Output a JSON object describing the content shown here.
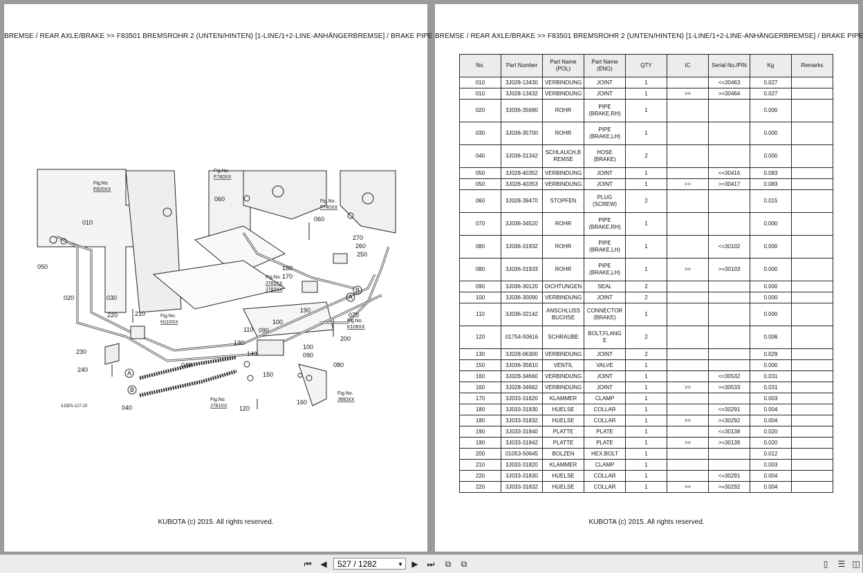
{
  "header_text": "BREMSE / REAR AXLE/BRAKE >> F83501   BREMSROHR 2 (UNTEN/HINTEN) [1-LINE/1+2-LINE-ANHÄNGERBREMSE] / BRAKE PIPE",
  "footer_text": "KUBOTA (c) 2015. All rights reserved.",
  "diagram": {
    "code": "3J2ES-127-20",
    "figs": [
      "Fig.No.\nF820XX",
      "Fig.No.\nF740XX",
      "Fig.No.\nF740XX",
      "Fig.No.\nJ781XX\nJ783XX",
      "Fig.No.\nN110XX",
      "Fig.No.\nK108XX",
      "Fig.No.\nJ781XX",
      "Fig.No.\nJ680XX"
    ],
    "callouts": [
      "010",
      "050",
      "020",
      "030",
      "220",
      "210",
      "230",
      "240",
      "040",
      "040",
      "060",
      "060",
      "180",
      "170",
      "270",
      "260",
      "250",
      "190",
      "070",
      "200",
      "080",
      "100",
      "110",
      "090",
      "130",
      "140",
      "100",
      "090",
      "150",
      "120",
      "160",
      "A",
      "B",
      "A",
      "B"
    ]
  },
  "table": {
    "columns": [
      "No.",
      "Part Number",
      "Part Name\n(POL)",
      "Part Name\n(ENG)",
      "QTY",
      "IC",
      "Serial No./PIN",
      "Kg",
      "Remarks"
    ],
    "rows": [
      {
        "no": "010",
        "pn": "3J028-13430",
        "pol": "VERBINDUNG",
        "eng": "JOINT",
        "qty": "1",
        "ic": "",
        "serial": "<=30463",
        "kg": "0.027",
        "remarks": "",
        "h": 16
      },
      {
        "no": "010",
        "pn": "3J028-13432",
        "pol": "VERBINDUNG",
        "eng": "JOINT",
        "qty": "1",
        "ic": ">>",
        "serial": ">=30464",
        "kg": "0.027",
        "remarks": "",
        "h": 16
      },
      {
        "no": "020",
        "pn": "3J036-35690",
        "pol": "ROHR",
        "eng": "PIPE\n(BRAKE,RH)",
        "qty": "1",
        "ic": "",
        "serial": "",
        "kg": "0.000",
        "remarks": "",
        "h": 33
      },
      {
        "no": "030",
        "pn": "3J036-35700",
        "pol": "ROHR",
        "eng": "PIPE\n(BRAKE,LH)",
        "qty": "1",
        "ic": "",
        "serial": "",
        "kg": "0.000",
        "remarks": "",
        "h": 33
      },
      {
        "no": "040",
        "pn": "3J036-31342",
        "pol": "SCHLAUCH,B\nREMSE",
        "eng": "HOSE\n(BRAKE)",
        "qty": "2",
        "ic": "",
        "serial": "",
        "kg": "0.000",
        "remarks": "",
        "h": 33
      },
      {
        "no": "050",
        "pn": "3J028-40352",
        "pol": "VERBINDUNG",
        "eng": "JOINT",
        "qty": "1",
        "ic": "",
        "serial": "<=30416",
        "kg": "0.083",
        "remarks": "",
        "h": 16
      },
      {
        "no": "050",
        "pn": "3J028-40353",
        "pol": "VERBINDUNG",
        "eng": "JOINT",
        "qty": "1",
        "ic": ">>",
        "serial": ">=30417",
        "kg": "0.083",
        "remarks": "",
        "h": 16
      },
      {
        "no": "060",
        "pn": "3J028-39470",
        "pol": "STOPFEN",
        "eng": "PLUG\n(SCREW)",
        "qty": "2",
        "ic": "",
        "serial": "",
        "kg": "0.015",
        "remarks": "",
        "h": 33
      },
      {
        "no": "070",
        "pn": "3J036-34520",
        "pol": "ROHR",
        "eng": "PIPE\n(BRAKE,RH)",
        "qty": "1",
        "ic": "",
        "serial": "",
        "kg": "0.000",
        "remarks": "",
        "h": 33
      },
      {
        "no": "080",
        "pn": "3J036-31932",
        "pol": "ROHR",
        "eng": "PIPE\n(BRAKE,LH)",
        "qty": "1",
        "ic": "",
        "serial": "<=30102",
        "kg": "0.000",
        "remarks": "",
        "h": 33
      },
      {
        "no": "080",
        "pn": "3J036-31933",
        "pol": "ROHR",
        "eng": "PIPE\n(BRAKE,LH)",
        "qty": "1",
        "ic": ">>",
        "serial": ">=30103",
        "kg": "0.000",
        "remarks": "",
        "h": 33
      },
      {
        "no": "090",
        "pn": "3J036-30120",
        "pol": "DICHTUNGEN",
        "eng": "SEAL",
        "qty": "2",
        "ic": "",
        "serial": "",
        "kg": "0.000",
        "remarks": "",
        "h": 16
      },
      {
        "no": "100",
        "pn": "3J036-30090",
        "pol": "VERBINDUNG",
        "eng": "JOINT",
        "qty": "2",
        "ic": "",
        "serial": "",
        "kg": "0.000",
        "remarks": "",
        "h": 16
      },
      {
        "no": "110",
        "pn": "3J036-32142",
        "pol": "ANSCHLUSS\nBUCHSE",
        "eng": "CONNECTOR\n(BRAKE)",
        "qty": "1",
        "ic": "",
        "serial": "",
        "kg": "0.000",
        "remarks": "",
        "h": 33
      },
      {
        "no": "120",
        "pn": "01754-50616",
        "pol": "SCHRAUBE",
        "eng": "BOLT,FLANG\nE",
        "qty": "2",
        "ic": "",
        "serial": "",
        "kg": "0.006",
        "remarks": "",
        "h": 33
      },
      {
        "no": "130",
        "pn": "3J028-06300",
        "pol": "VERBINDUNG",
        "eng": "JOINT",
        "qty": "2",
        "ic": "",
        "serial": "",
        "kg": "0.029",
        "remarks": "",
        "h": 16
      },
      {
        "no": "150",
        "pn": "3J036-35810",
        "pol": "VENTIL",
        "eng": "VALVE",
        "qty": "1",
        "ic": "",
        "serial": "",
        "kg": "0.000",
        "remarks": "",
        "h": 16
      },
      {
        "no": "160",
        "pn": "3J028-34660",
        "pol": "VERBINDUNG",
        "eng": "JOINT",
        "qty": "1",
        "ic": "",
        "serial": "<=30532",
        "kg": "0.031",
        "remarks": "",
        "h": 16
      },
      {
        "no": "160",
        "pn": "3J028-34662",
        "pol": "VERBINDUNG",
        "eng": "JOINT",
        "qty": "1",
        "ic": ">>",
        "serial": ">=30533",
        "kg": "0.031",
        "remarks": "",
        "h": 16
      },
      {
        "no": "170",
        "pn": "3J033-31820",
        "pol": "KLAMMER",
        "eng": "CLAMP",
        "qty": "1",
        "ic": "",
        "serial": "",
        "kg": "0.003",
        "remarks": "",
        "h": 16
      },
      {
        "no": "180",
        "pn": "3J033-31830",
        "pol": "HUELSE",
        "eng": "COLLAR",
        "qty": "1",
        "ic": "",
        "serial": "<=30291",
        "kg": "0.004",
        "remarks": "",
        "h": 16
      },
      {
        "no": "180",
        "pn": "3J033-31832",
        "pol": "HUELSE",
        "eng": "COLLAR",
        "qty": "1",
        "ic": ">>",
        "serial": ">=30292",
        "kg": "0.004",
        "remarks": "",
        "h": 16
      },
      {
        "no": "190",
        "pn": "3J033-31840",
        "pol": "PLATTE",
        "eng": "PLATE",
        "qty": "1",
        "ic": "",
        "serial": "<=30138",
        "kg": "0.020",
        "remarks": "",
        "h": 16
      },
      {
        "no": "190",
        "pn": "3J033-31842",
        "pol": "PLATTE",
        "eng": "PLATE",
        "qty": "1",
        "ic": ">>",
        "serial": ">=30139",
        "kg": "0.020",
        "remarks": "",
        "h": 16
      },
      {
        "no": "200",
        "pn": "01053-50645",
        "pol": "BOLZEN",
        "eng": "HEX.BOLT",
        "qty": "1",
        "ic": "",
        "serial": "",
        "kg": "0.012",
        "remarks": "",
        "h": 16
      },
      {
        "no": "210",
        "pn": "3J033-31820",
        "pol": "KLAMMER",
        "eng": "CLAMP",
        "qty": "1",
        "ic": "",
        "serial": "",
        "kg": "0.003",
        "remarks": "",
        "h": 16
      },
      {
        "no": "220",
        "pn": "3J033-31830",
        "pol": "HUELSE",
        "eng": "COLLAR",
        "qty": "1",
        "ic": "",
        "serial": "<=30291",
        "kg": "0.004",
        "remarks": "",
        "h": 16
      },
      {
        "no": "220",
        "pn": "3J033-31832",
        "pol": "HUELSE",
        "eng": "COLLAR",
        "qty": "1",
        "ic": ">>",
        "serial": ">=30292",
        "kg": "0.004",
        "remarks": "",
        "h": 16
      }
    ]
  },
  "toolbar": {
    "page_value": "527 / 1282",
    "icons": [
      "first-page-icon",
      "prev-page-icon",
      "next-page-icon",
      "last-page-icon",
      "go-back-view-icon",
      "go-forward-view-icon",
      "single-page-view-icon",
      "continuous-view-icon",
      "two-page-view-icon"
    ]
  }
}
